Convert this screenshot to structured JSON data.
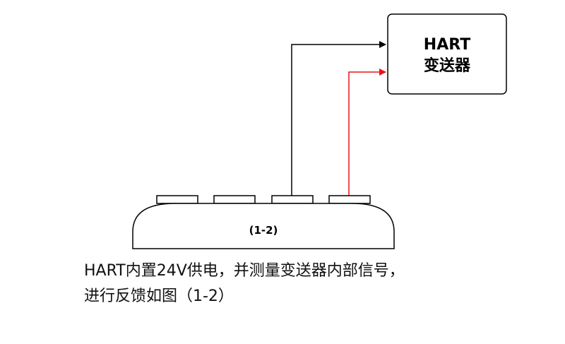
{
  "transmitter": {
    "label_line1": "HART",
    "label_line2": "变送器"
  },
  "device": {
    "label": "(1-2)",
    "terminal_count": 4
  },
  "wires": {
    "black_color": "#000000",
    "red_color": "#e8141c"
  },
  "caption": {
    "line1": "HART内置24V供电，并测量变送器内部信号，",
    "line2": "进行反馈如图（1-2）"
  }
}
